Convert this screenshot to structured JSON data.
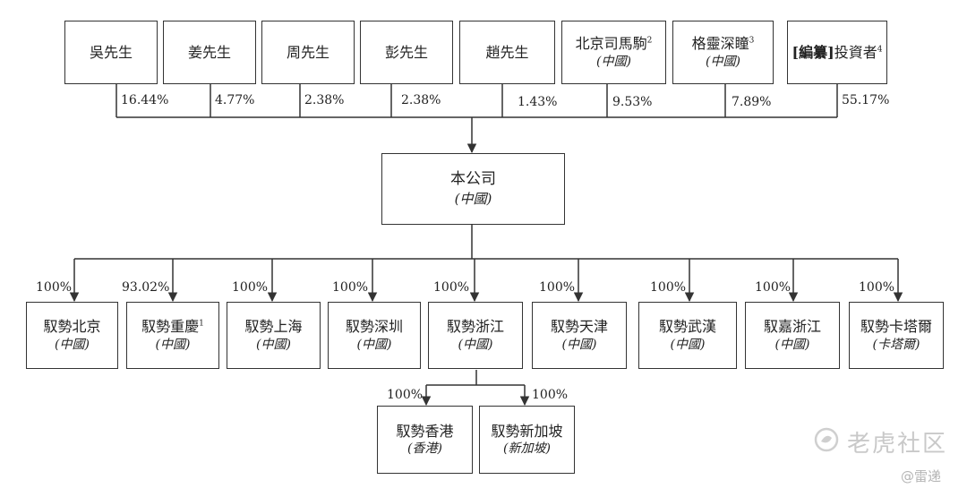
{
  "shareholders": [
    {
      "name": "吳先生",
      "pct": "16.44%"
    },
    {
      "name": "姜先生",
      "pct": "4.77%"
    },
    {
      "name": "周先生",
      "pct": "2.38%"
    },
    {
      "name": "彭先生",
      "pct": "2.38%"
    },
    {
      "name": "趙先生",
      "pct": "1.43%"
    },
    {
      "name": "北京司馬駒",
      "note": "2",
      "country": "(中國)",
      "pct": "9.53%"
    },
    {
      "name": "格靈深瞳",
      "note": "3",
      "country": "(中國)",
      "pct": "7.89%"
    },
    {
      "name_bracket": "[編纂]",
      "name": "投資者",
      "note": "4",
      "pct": "55.17%"
    }
  ],
  "company": {
    "name": "本公司",
    "country": "(中國)"
  },
  "subsidiaries": [
    {
      "name": "馭勢北京",
      "country": "(中國)",
      "pct": "100%"
    },
    {
      "name": "馭勢重慶",
      "note": "1",
      "country": "(中國)",
      "pct": "93.02%"
    },
    {
      "name": "馭勢上海",
      "country": "(中國)",
      "pct": "100%"
    },
    {
      "name": "馭勢深圳",
      "country": "(中國)",
      "pct": "100%"
    },
    {
      "name": "馭勢浙江",
      "country": "(中國)",
      "pct": "100%"
    },
    {
      "name": "馭勢天津",
      "country": "(中國)",
      "pct": "100%"
    },
    {
      "name": "馭勢武漢",
      "country": "(中國)",
      "pct": "100%"
    },
    {
      "name": "馭嘉浙江",
      "country": "(中國)",
      "pct": "100%"
    },
    {
      "name": "馭勢卡塔爾",
      "country": "(卡塔爾)",
      "pct": "100%"
    }
  ],
  "sub_subsidiaries": [
    {
      "name": "馭勢香港",
      "country": "(香港)",
      "pct": "100%"
    },
    {
      "name": "馭勢新加坡",
      "country": "(新加坡)",
      "pct": "100%"
    }
  ],
  "watermark": {
    "main": "老虎社区",
    "credit": "@雷递"
  }
}
